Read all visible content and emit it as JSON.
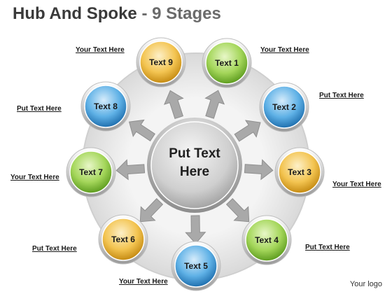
{
  "title": {
    "main": "Hub And Spoke",
    "sep": "-",
    "sub": "9 Stages"
  },
  "hub": {
    "line1": "Put Text",
    "line2": "Here"
  },
  "nodes": [
    {
      "label": "Text 1",
      "color": "green"
    },
    {
      "label": "Text 2",
      "color": "blue"
    },
    {
      "label": "Text 3",
      "color": "orange"
    },
    {
      "label": "Text 4",
      "color": "green"
    },
    {
      "label": "Text 5",
      "color": "blue"
    },
    {
      "label": "Text 6",
      "color": "orange"
    },
    {
      "label": "Text 7",
      "color": "green"
    },
    {
      "label": "Text 8",
      "color": "blue"
    },
    {
      "label": "Text 9",
      "color": "orange"
    }
  ],
  "captions": [
    "Your Text Here",
    "Put Text Here",
    "Your Text Here",
    "Put Text Here",
    "Your Text Here",
    "Put Text Here",
    "Your Text Here",
    "Put Text Here",
    "Your Text Here"
  ],
  "logo": "Your logo",
  "colors": {
    "green": "#8cc63f",
    "blue": "#3a9ad9",
    "orange": "#f2b632",
    "hub": "#c8c8c8",
    "ring": "#e4e4e4",
    "arrow": "#a8a8a8"
  }
}
